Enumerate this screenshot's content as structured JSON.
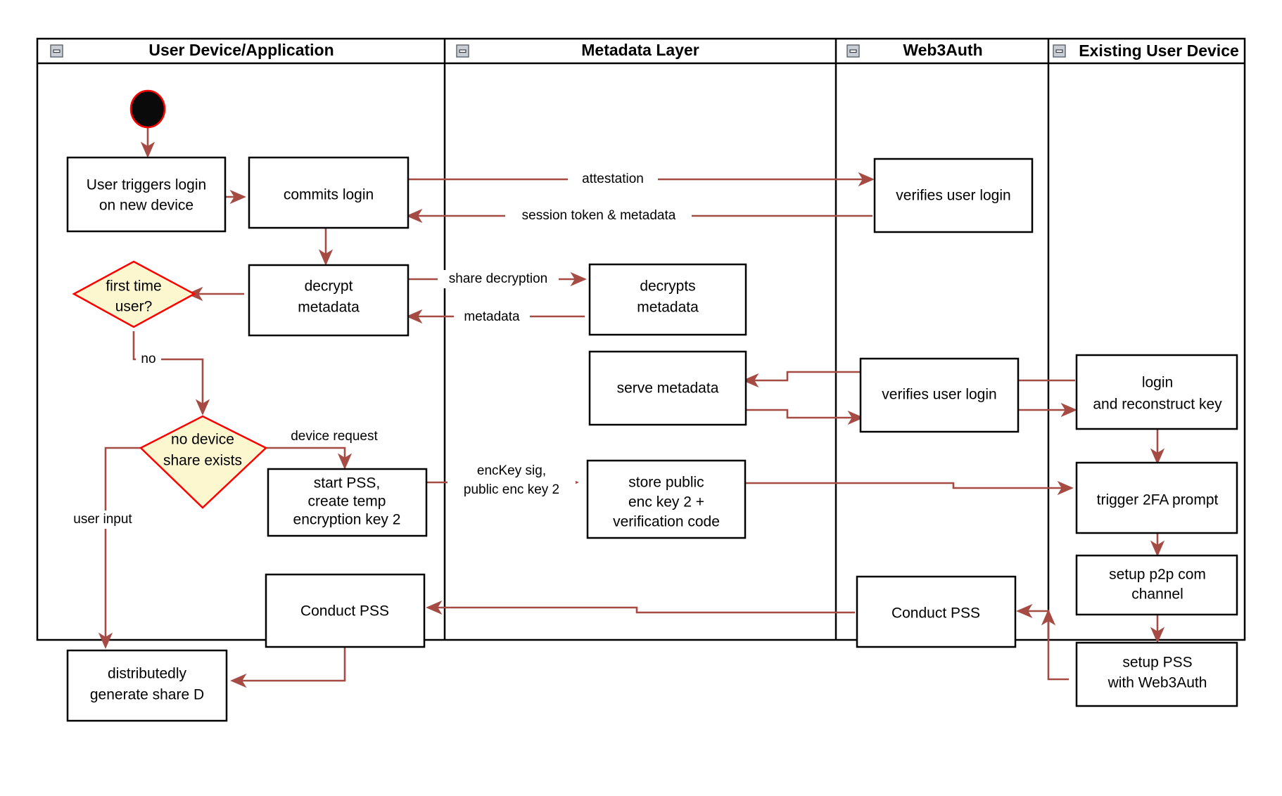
{
  "diagram": {
    "title": "Web3Auth new-device login activity diagram",
    "type": "uml-activity-swimlane",
    "colors": {
      "edge": "#a54b43",
      "decision_fill": "#fdf7cf",
      "decision_stroke": "#ff0000",
      "node_fill": "#ffffff",
      "node_stroke": "#000000",
      "start_fill": "#0a0a0a",
      "start_stroke": "#ff0000"
    },
    "lanes": [
      {
        "id": "lane-user-device",
        "label": "User Device/Application",
        "collapse_icon": "collapse-minus-icon"
      },
      {
        "id": "lane-metadata",
        "label": "Metadata Layer",
        "collapse_icon": "collapse-minus-icon"
      },
      {
        "id": "lane-web3auth",
        "label": "Web3Auth",
        "collapse_icon": "collapse-minus-icon"
      },
      {
        "id": "lane-existing-device",
        "label": "Existing User Device",
        "collapse_icon": "collapse-minus-icon"
      }
    ],
    "start_node": {
      "id": "start",
      "label": "",
      "shape": "initial-node"
    },
    "nodes": [
      {
        "id": "n-user-triggers-login",
        "lane": "lane-user-device",
        "shape": "action",
        "lines": [
          "User triggers login",
          "on new device"
        ]
      },
      {
        "id": "n-commits-login",
        "lane": "lane-user-device",
        "shape": "action",
        "lines": [
          "commits login"
        ]
      },
      {
        "id": "n-decrypt-metadata",
        "lane": "lane-user-device",
        "shape": "action",
        "lines": [
          "decrypt",
          "metadata"
        ]
      },
      {
        "id": "n-first-time-user",
        "lane": "lane-user-device",
        "shape": "decision",
        "lines": [
          "first time",
          "user?"
        ]
      },
      {
        "id": "n-no-device-share-exists",
        "lane": "lane-user-device",
        "shape": "decision",
        "lines": [
          "no device",
          "share exists"
        ]
      },
      {
        "id": "n-start-pss",
        "lane": "lane-user-device",
        "shape": "action",
        "lines": [
          "start PSS,",
          "create temp",
          "encryption key 2"
        ]
      },
      {
        "id": "n-conduct-pss-user",
        "lane": "lane-user-device",
        "shape": "action",
        "lines": [
          "Conduct PSS"
        ]
      },
      {
        "id": "n-distributedly-generate-share-d",
        "lane": "lane-user-device",
        "shape": "action",
        "lines": [
          "distributedly",
          "generate share D"
        ]
      },
      {
        "id": "n-decrypts-metadata",
        "lane": "lane-metadata",
        "shape": "action",
        "lines": [
          "decrypts",
          "metadata"
        ]
      },
      {
        "id": "n-serve-metadata",
        "lane": "lane-metadata",
        "shape": "action",
        "lines": [
          "serve metadata"
        ]
      },
      {
        "id": "n-store-public-enc-key",
        "lane": "lane-metadata",
        "shape": "action",
        "lines": [
          "store public",
          "enc key 2 +",
          "verification code"
        ]
      },
      {
        "id": "n-verifies-user-login-top",
        "lane": "lane-web3auth",
        "shape": "action",
        "lines": [
          "verifies user login"
        ]
      },
      {
        "id": "n-verifies-user-login-mid",
        "lane": "lane-web3auth",
        "shape": "action",
        "lines": [
          "verifies user login"
        ]
      },
      {
        "id": "n-conduct-pss-web3auth",
        "lane": "lane-web3auth",
        "shape": "action",
        "lines": [
          "Conduct PSS"
        ]
      },
      {
        "id": "n-login-reconstruct-key",
        "lane": "lane-existing-device",
        "shape": "action",
        "lines": [
          "login",
          "and reconstruct key"
        ]
      },
      {
        "id": "n-trigger-2fa-prompt",
        "lane": "lane-existing-device",
        "shape": "action",
        "lines": [
          "trigger 2FA prompt"
        ]
      },
      {
        "id": "n-setup-p2p-com-channel",
        "lane": "lane-existing-device",
        "shape": "action",
        "lines": [
          "setup p2p com",
          "channel"
        ]
      },
      {
        "id": "n-setup-pss-with-web3auth",
        "lane": "lane-existing-device",
        "shape": "action",
        "lines": [
          "setup PSS",
          "with Web3Auth"
        ]
      }
    ],
    "edge_labels": [
      {
        "id": "e-attestation",
        "text": "attestation"
      },
      {
        "id": "e-session-token",
        "text": "session token & metadata"
      },
      {
        "id": "e-share-decryption",
        "text": "share decryption"
      },
      {
        "id": "e-metadata",
        "text": "metadata"
      },
      {
        "id": "e-no",
        "text": "no"
      },
      {
        "id": "e-device-request",
        "text": "device request"
      },
      {
        "id": "e-user-input",
        "text": "user input"
      },
      {
        "id": "e-enckey-sig-line1",
        "text": "encKey sig,"
      },
      {
        "id": "e-enckey-sig-line2",
        "text": "public enc key 2"
      }
    ]
  }
}
